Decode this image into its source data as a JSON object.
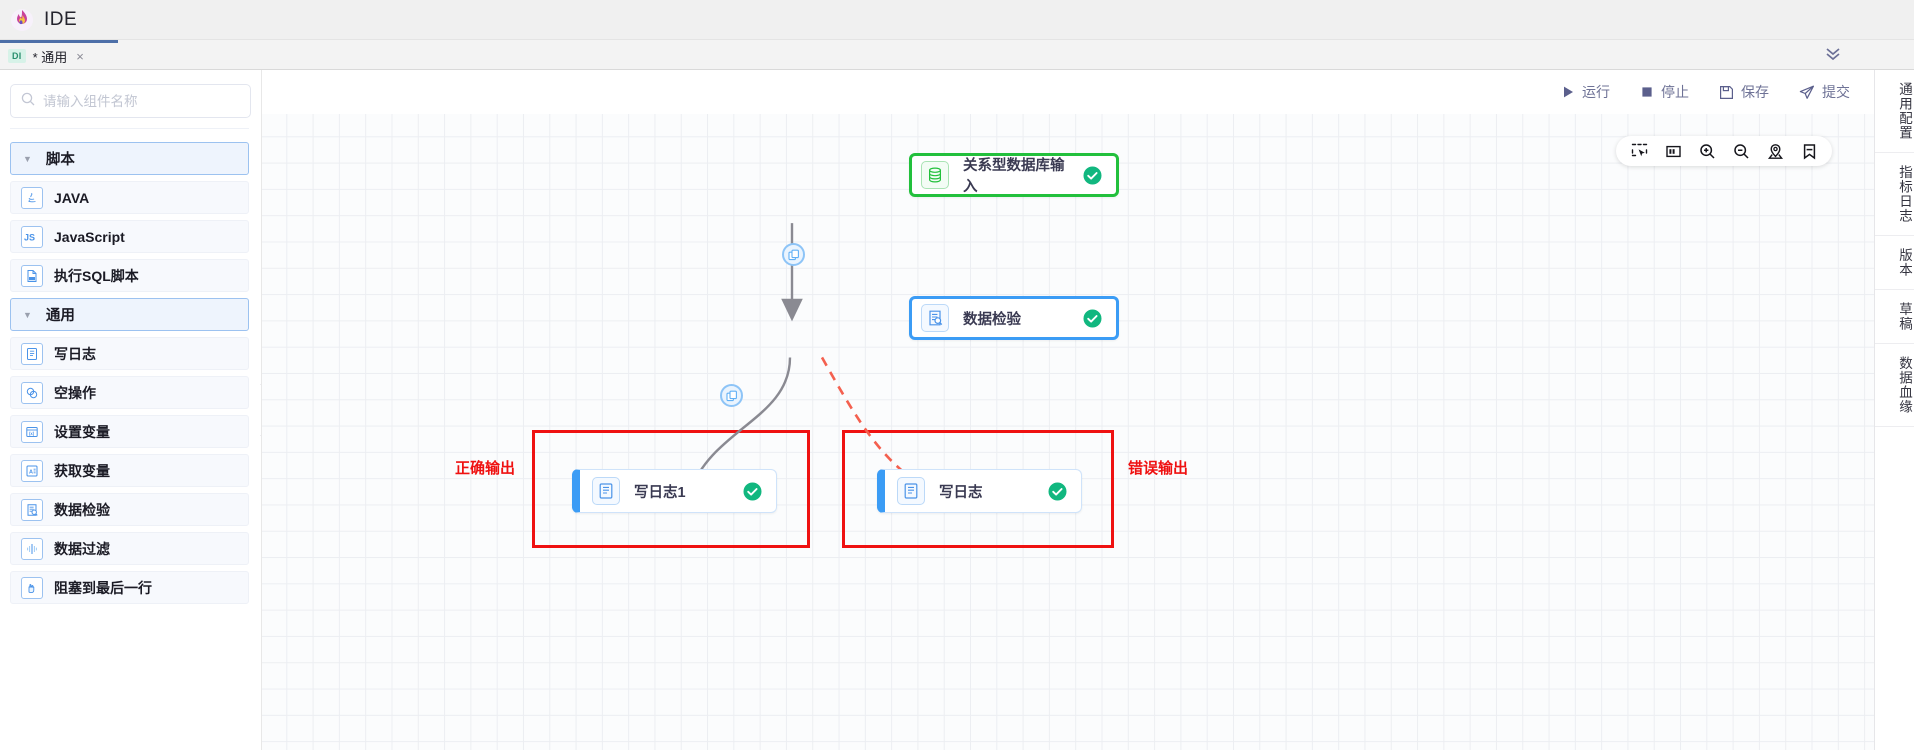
{
  "app": {
    "title": "IDE",
    "logo_icon": "flame-logo-icon"
  },
  "tabbar": {
    "tabs": [
      {
        "badge": "DI",
        "label": "* 通用",
        "close": "×"
      }
    ],
    "collapse_icon": "chevrons-down-icon"
  },
  "left_panel": {
    "search": {
      "placeholder": "请输入组件名称",
      "value": "",
      "icon": "search-icon"
    },
    "collapse_icon": "chevron-left-icon",
    "groups": [
      {
        "label": "脚本",
        "caret": "▼",
        "items": [
          {
            "label": "JAVA",
            "icon": "java-icon"
          },
          {
            "label": "JavaScript",
            "icon": "javascript-icon"
          },
          {
            "label": "执行SQL脚本",
            "icon": "sql-file-icon"
          }
        ]
      },
      {
        "label": "通用",
        "caret": "▼",
        "items": [
          {
            "label": "写日志",
            "icon": "write-log-icon"
          },
          {
            "label": "空操作",
            "icon": "no-op-icon"
          },
          {
            "label": "设置变量",
            "icon": "set-variable-icon"
          },
          {
            "label": "获取变量",
            "icon": "get-variable-icon"
          },
          {
            "label": "数据检验",
            "icon": "data-check-icon"
          },
          {
            "label": "数据过滤",
            "icon": "data-filter-icon"
          },
          {
            "label": "阻塞到最后一行",
            "icon": "block-until-last-row-icon"
          }
        ]
      }
    ]
  },
  "toolbar": {
    "buttons": [
      {
        "label": "运行",
        "icon": "play-icon"
      },
      {
        "label": "停止",
        "icon": "stop-icon"
      },
      {
        "label": "保存",
        "icon": "save-icon"
      },
      {
        "label": "提交",
        "icon": "submit-icon"
      }
    ]
  },
  "canvas": {
    "tools": [
      {
        "name": "marquee-select-icon"
      },
      {
        "name": "fit-to-screen-icon"
      },
      {
        "name": "zoom-in-icon"
      },
      {
        "name": "zoom-out-icon"
      },
      {
        "name": "locate-icon"
      },
      {
        "name": "bookmark-icon"
      }
    ],
    "nodes": [
      {
        "id": "db-input",
        "label": "关系型数据库输入",
        "icon": "database-icon",
        "status": "success-check-icon"
      },
      {
        "id": "data-check",
        "label": "数据检验",
        "icon": "data-check-icon",
        "status": "success-check-icon"
      },
      {
        "id": "write-log-1",
        "label": "写日志1",
        "icon": "write-log-icon",
        "status": "success-check-icon"
      },
      {
        "id": "write-log-2",
        "label": "写日志",
        "icon": "write-log-icon",
        "status": "success-check-icon"
      }
    ],
    "edge_badges": [
      {
        "name": "copy-edge-badge-top"
      },
      {
        "name": "copy-edge-badge-left"
      }
    ],
    "annotations": [
      {
        "label": "正确输出",
        "color": "#ef1111"
      },
      {
        "label": "错误输出",
        "color": "#ef1111"
      }
    ]
  },
  "right_rail": {
    "items": [
      {
        "label": "通用配置"
      },
      {
        "label": "指标日志"
      },
      {
        "label": "版本"
      },
      {
        "label": "草稿"
      },
      {
        "label": "数据血缘"
      }
    ]
  },
  "colors": {
    "accent_blue": "#3b9cf5",
    "success_green": "#22c03c",
    "error_red": "#ef1111",
    "tab_active": "#4d6fa8"
  }
}
